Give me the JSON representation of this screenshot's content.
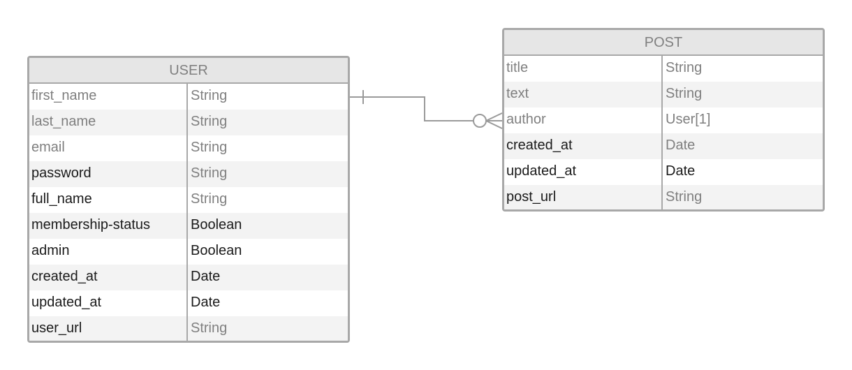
{
  "user": {
    "title": "USER",
    "rows": [
      {
        "name": "first_name",
        "type": "String",
        "name_style": "grey",
        "type_style": "grey"
      },
      {
        "name": "last_name",
        "type": "String",
        "name_style": "grey",
        "type_style": "grey"
      },
      {
        "name": "email",
        "type": "String",
        "name_style": "grey",
        "type_style": "grey"
      },
      {
        "name": "password",
        "type": "String",
        "name_style": "dark",
        "type_style": "grey"
      },
      {
        "name": "full_name",
        "type": "String",
        "name_style": "dark",
        "type_style": "grey"
      },
      {
        "name": "membership-status",
        "type": "Boolean",
        "name_style": "dark",
        "type_style": "dark"
      },
      {
        "name": "admin",
        "type": "Boolean",
        "name_style": "dark",
        "type_style": "dark"
      },
      {
        "name": "created_at",
        "type": "Date",
        "name_style": "dark",
        "type_style": "dark"
      },
      {
        "name": "updated_at",
        "type": "Date",
        "name_style": "dark",
        "type_style": "dark"
      },
      {
        "name": "user_url",
        "type": "String",
        "name_style": "dark",
        "type_style": "grey"
      }
    ]
  },
  "post": {
    "title": "POST",
    "rows": [
      {
        "name": "title",
        "type": "String",
        "name_style": "grey",
        "type_style": "grey"
      },
      {
        "name": "text",
        "type": "String",
        "name_style": "grey",
        "type_style": "grey"
      },
      {
        "name": "author",
        "type": "User[1]",
        "name_style": "grey",
        "type_style": "grey"
      },
      {
        "name": "created_at",
        "type": "Date",
        "name_style": "dark",
        "type_style": "grey"
      },
      {
        "name": "updated_at",
        "type": "Date",
        "name_style": "dark",
        "type_style": "dark"
      },
      {
        "name": "post_url",
        "type": "String",
        "name_style": "dark",
        "type_style": "grey"
      }
    ]
  },
  "relationship": {
    "from": "USER",
    "to": "POST.author",
    "from_cardinality": "one",
    "to_cardinality": "zero-or-many"
  },
  "colors": {
    "border": "#a8a8a8",
    "header_bg": "#e6e6e6",
    "alt_row_bg": "#f3f3f3",
    "muted_text": "#7f7f7f",
    "dark_text": "#1a1a1a",
    "line": "#9a9a9a"
  }
}
